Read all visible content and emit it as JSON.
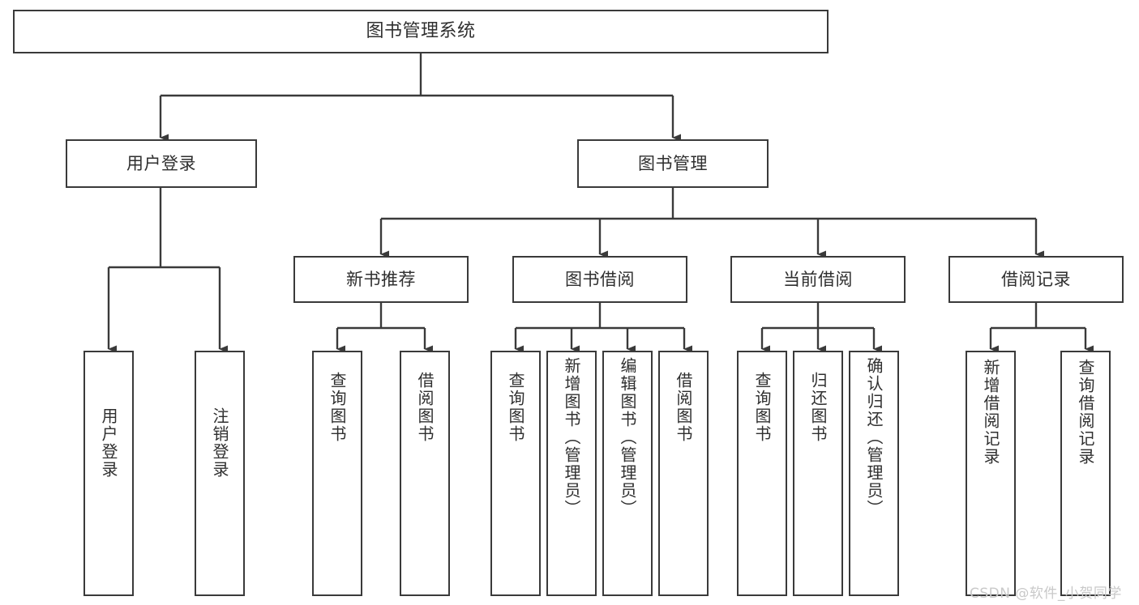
{
  "diagram": {
    "type": "tree-hierarchy-chart",
    "title": "图书管理系统",
    "stroke_color": "#3a3a3a",
    "text_color": "#2f2f2f",
    "background_color": "#ffffff",
    "root": {
      "label": "图书管理系统"
    },
    "level2": [
      {
        "label": "用户登录"
      },
      {
        "label": "图书管理"
      }
    ],
    "level3": [
      {
        "label": "新书推荐"
      },
      {
        "label": "图书借阅"
      },
      {
        "label": "当前借阅"
      },
      {
        "label": "借阅记录"
      }
    ],
    "leaves": {
      "user_login": [
        {
          "label": "用户登录"
        },
        {
          "label": "注销登录"
        }
      ],
      "new_book_recommend": [
        {
          "label": "查询图书"
        },
        {
          "label": "借阅图书"
        }
      ],
      "book_borrow": [
        {
          "label": "查询图书"
        },
        {
          "label": "新增图书（管理员）"
        },
        {
          "label": "编辑图书（管理员）"
        },
        {
          "label": "借阅图书"
        }
      ],
      "current_borrow": [
        {
          "label": "查询图书"
        },
        {
          "label": "归还图书"
        },
        {
          "label": "确认归还（管理员）"
        }
      ],
      "borrow_records": [
        {
          "label": "新增借阅记录"
        },
        {
          "label": "查询借阅记录"
        }
      ]
    }
  },
  "watermark": {
    "text": "CSDN @软件_小贺同学"
  }
}
